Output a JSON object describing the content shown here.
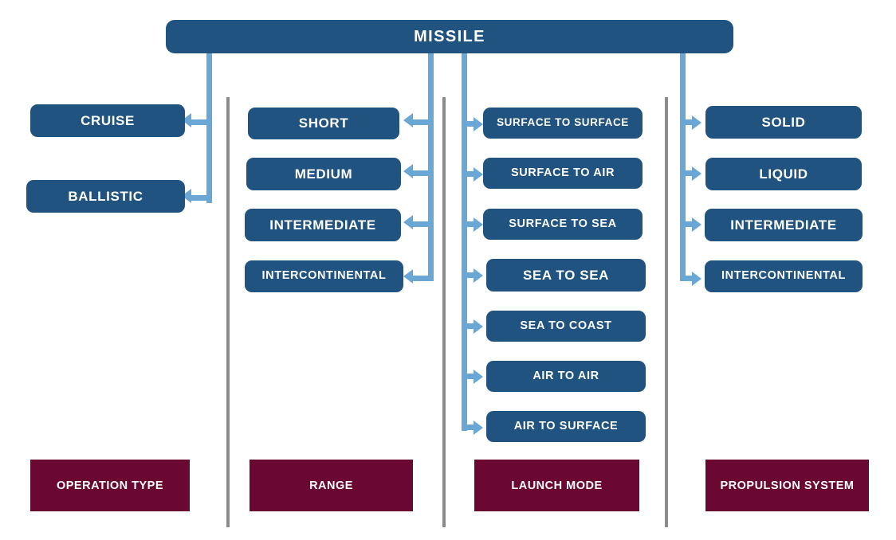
{
  "diagram": {
    "title": "MISSILE",
    "root": {
      "label": "MISSILE"
    },
    "columns": [
      {
        "key": "operation-type",
        "category_label": "OPERATION TYPE",
        "arrow_direction": "left",
        "items": [
          {
            "label": "CRUISE"
          },
          {
            "label": "BALLISTIC"
          }
        ]
      },
      {
        "key": "range",
        "category_label": "RANGE",
        "arrow_direction": "left",
        "items": [
          {
            "label": "SHORT"
          },
          {
            "label": "MEDIUM"
          },
          {
            "label": "INTERMEDIATE"
          },
          {
            "label": "INTERCONTINENTAL"
          }
        ]
      },
      {
        "key": "launch-mode",
        "category_label": "LAUNCH MODE",
        "arrow_direction": "right",
        "items": [
          {
            "label": "SURFACE TO SURFACE"
          },
          {
            "label": "SURFACE TO AIR"
          },
          {
            "label": "SURFACE TO SEA"
          },
          {
            "label": "SEA TO SEA"
          },
          {
            "label": "SEA TO COAST"
          },
          {
            "label": "AIR TO AIR"
          },
          {
            "label": "AIR TO SURFACE"
          }
        ]
      },
      {
        "key": "propulsion-system",
        "category_label": "PROPULSION SYSTEM",
        "arrow_direction": "right",
        "items": [
          {
            "label": "SOLID"
          },
          {
            "label": "LIQUID"
          },
          {
            "label": "INTERMEDIATE"
          },
          {
            "label": "INTERCONTINENTAL"
          }
        ]
      }
    ],
    "colors": {
      "node_fill": "#20537f",
      "node_text": "#ffffff",
      "category_fill": "#6b0832",
      "category_text": "#ffffff",
      "connector": "#6ba7d4",
      "divider": "#8b8b8b",
      "background": "#ffffff"
    }
  }
}
